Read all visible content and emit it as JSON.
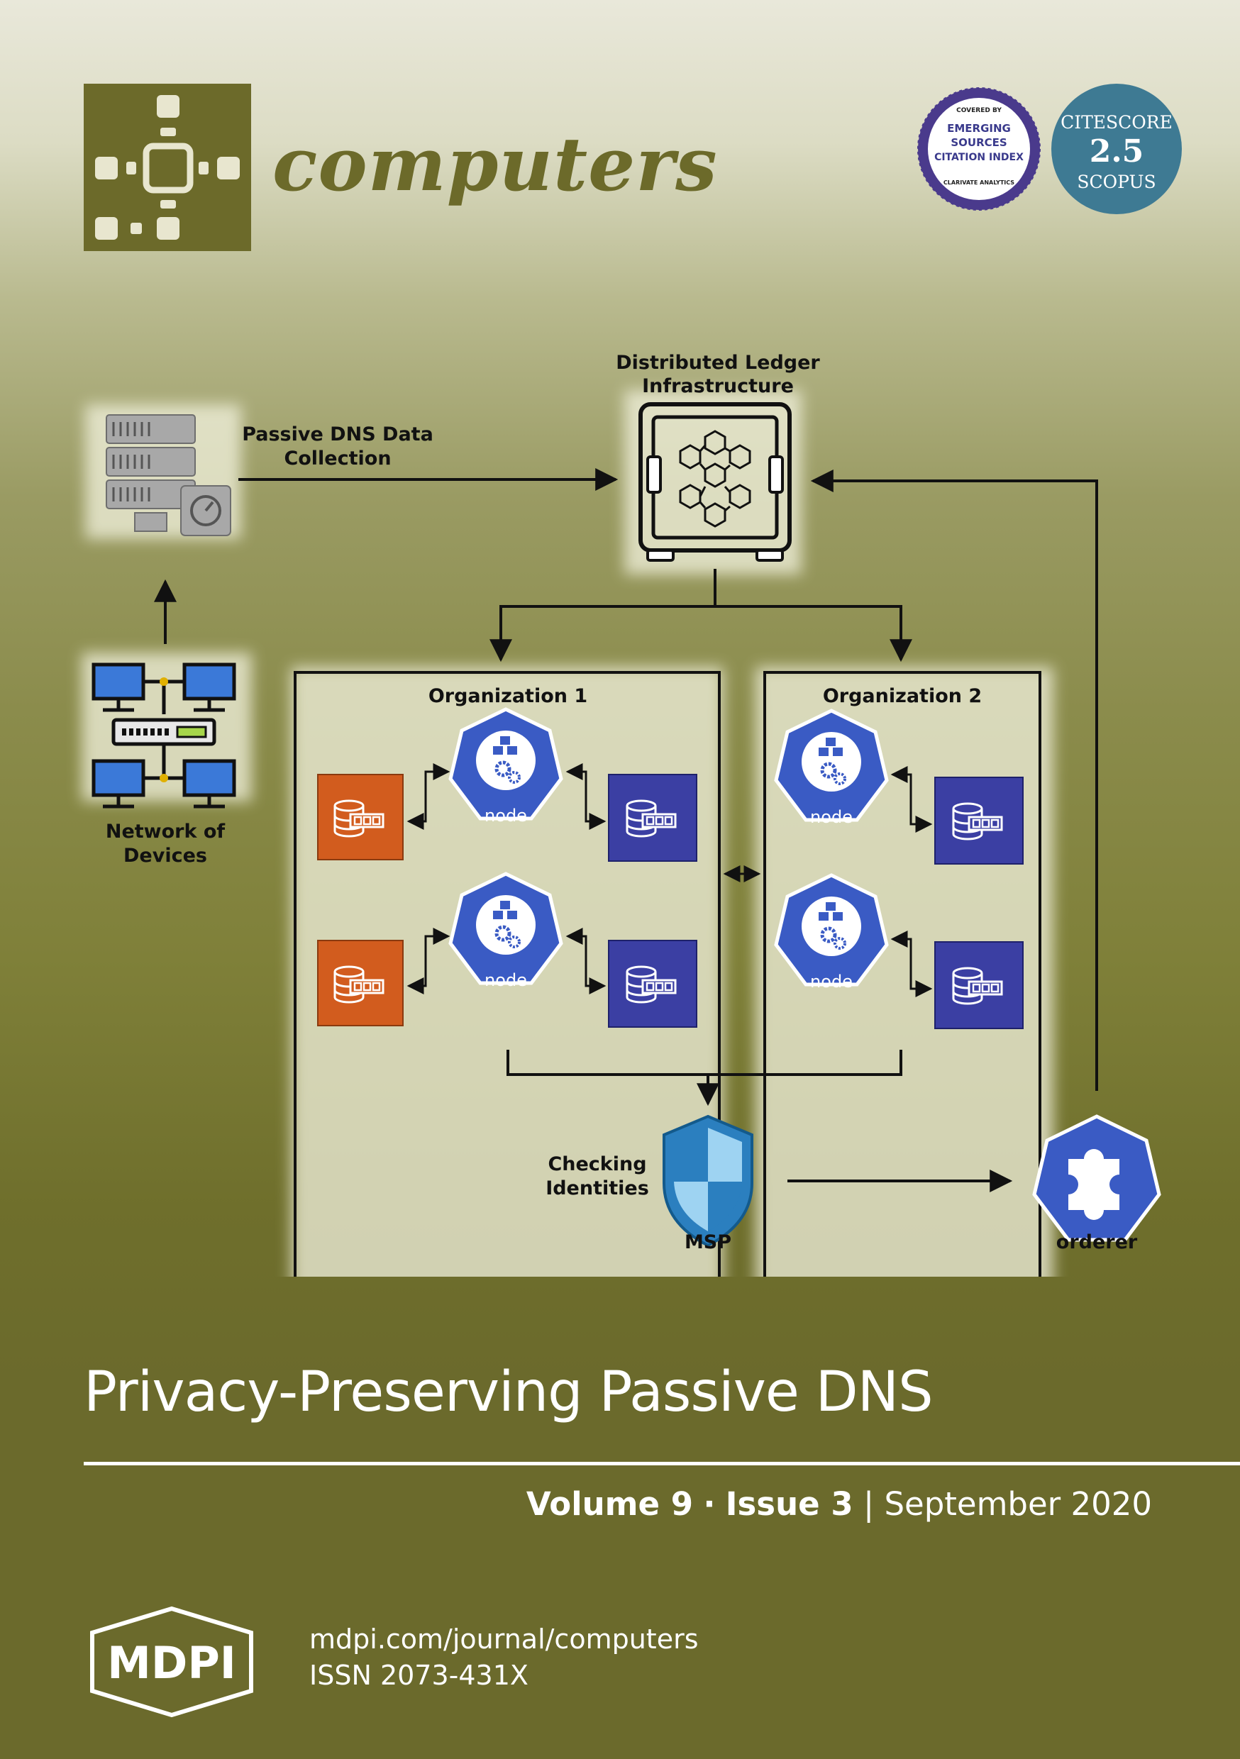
{
  "journal": {
    "name": "computers",
    "brand_color": "#6c6a2a"
  },
  "badges": {
    "esci": {
      "top": "COVERED BY",
      "line1": "EMERGING",
      "line2": "SOURCES",
      "line3": "CITATION INDEX",
      "bottom": "CLARIVATE ANALYTICS"
    },
    "citescore": {
      "label": "CITESCORE",
      "value": "2.5",
      "source": "SCOPUS",
      "color": "#3e7a93"
    }
  },
  "diagram": {
    "ledger_label_1": "Distributed Ledger",
    "ledger_label_2": "Infrastructure",
    "collection_label_1": "Passive DNS Data",
    "collection_label_2": "Collection",
    "devices_label_1": "Network of",
    "devices_label_2": "Devices",
    "org1_label": "Organization 1",
    "org2_label": "Organization 2",
    "node_label": "node",
    "msp_label": "MSP",
    "checking_label_1": "Checking",
    "checking_label_2": "Identities",
    "orderer_label": "orderer",
    "colors": {
      "node_blue": "#3a5bc4",
      "db_orange": "#d25c1e",
      "db_navy": "#3b3fa3",
      "screen_blue": "#3b79d8"
    }
  },
  "article": {
    "title": "Privacy-Preserving Passive DNS"
  },
  "issue": {
    "volume": "Volume 9",
    "separator": "·",
    "issue": "Issue 3",
    "divider": "|",
    "date": "September 2020"
  },
  "footer": {
    "publisher": "MDPI",
    "url": "mdpi.com/journal/computers",
    "issn": "ISSN 2073-431X"
  }
}
